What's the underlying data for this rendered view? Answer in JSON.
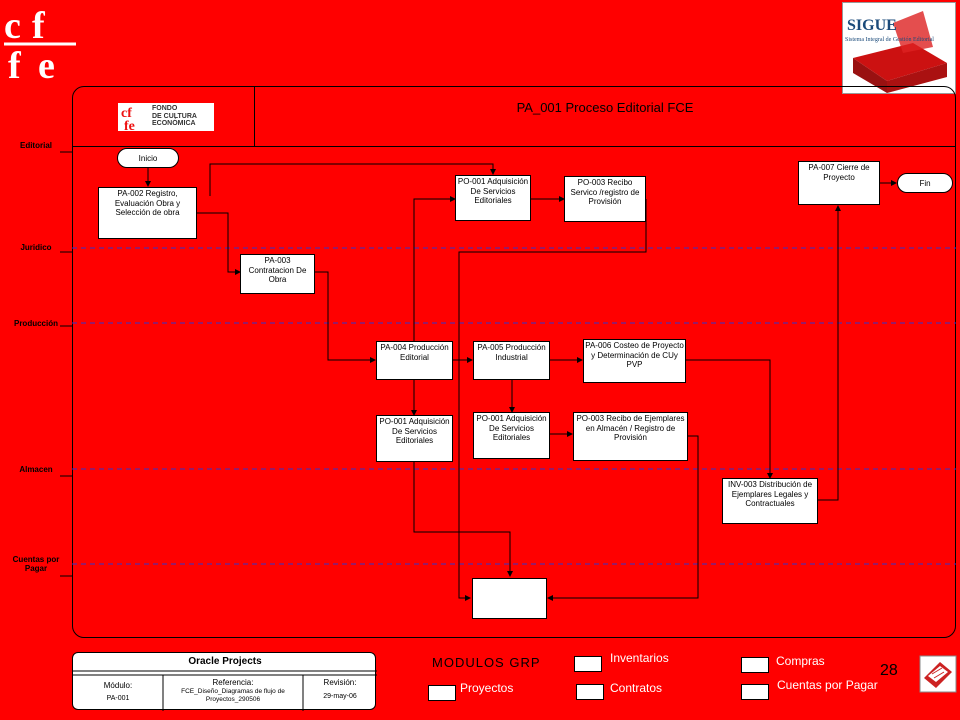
{
  "title": "PA_001 Proceso Editorial FCE",
  "logo": {
    "text": "FONDO DE CULTURA ECONÓMICA",
    "monogram": "cfe"
  },
  "sigue": {
    "name": "SIGUE",
    "subtitle": "Sistema Integral de Gestión Editorial"
  },
  "lanes": [
    "Editorial",
    "Juridico",
    "Producción",
    "Almacen",
    "Cuentas por Pagar"
  ],
  "steps": {
    "inicio": "Inicio",
    "fin": "Fin",
    "pa002": "PA-002 Registro, Evaluación Obra y Selección de obra",
    "pa003": "PA-003 Contratacion De Obra",
    "po001a": "PO-001 Adquisición De Servicios Editoriales",
    "po003a": "PO-003 Recibo Servico /registro de Provisión",
    "pa007": "PA-007 Cierre de Proyecto",
    "pa004": "PA-004 Producción Editorial",
    "pa005": "PA-005 Producción Industrial",
    "pa006": "PA-006 Costeo de Proyecto y Determinación de CUy PVP",
    "po001b": "PO-001 Adquisición De Servicios Editoriales",
    "po001c": "PO-001 Adquisición De Servicios Editoriales",
    "po003b": "PO-003 Recibo de Ejemplares en Almacén / Registro de Provisión",
    "inv003": "INV-003 Distribución de Ejemplares Legales y Contractuales"
  },
  "reference": {
    "header": "Oracle Projects",
    "modulo_label": "Módulo:",
    "modulo_value": "PA-001",
    "referencia_label": "Referencia:",
    "referencia_value": "FCE_Diseño_Diagramas de flujo de Proyectos_290506",
    "revision_label": "Revisión:",
    "revision_value": "29-may-06"
  },
  "legend": {
    "title": "MODULOS GRP",
    "items": [
      "Inventarios",
      "Compras",
      "Proyectos",
      "Contratos",
      "Cuentas por Pagar"
    ]
  },
  "page_number": "28",
  "colors": {
    "background": "#ff0000",
    "box": "#ffffff",
    "dashed": "#3333cc"
  }
}
